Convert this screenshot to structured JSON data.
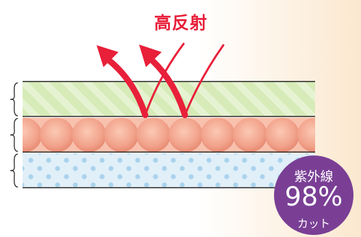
{
  "diagram": {
    "title": "高反射",
    "badge": {
      "top": "紫外線",
      "value": "98%",
      "bottom": "カット"
    },
    "colors": {
      "arrow": "#e8203a",
      "layer_top": "#d8ecbc",
      "layer_middle": "#f3a58e",
      "layer_bottom": "#dcecf7",
      "badge": "#7a3f95"
    }
  }
}
